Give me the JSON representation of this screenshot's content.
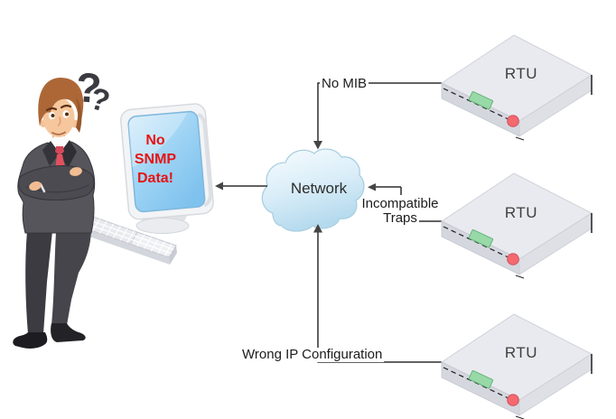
{
  "person": {
    "question_mark_large": "?",
    "question_mark_small": "?"
  },
  "monitor": {
    "screen_line_1": "No",
    "screen_line_2": "SNMP",
    "screen_line_3": "Data!"
  },
  "cloud": {
    "label": "Network"
  },
  "connections": {
    "top_label": "No MIB",
    "middle_label_line_1": "Incompatible",
    "middle_label_line_2": "Traps",
    "bottom_label": "Wrong IP Configuration"
  },
  "devices": [
    {
      "label": "RTU"
    },
    {
      "label": "RTU"
    },
    {
      "label": "RTU"
    }
  ],
  "colors": {
    "alert_text_red": "#e81313",
    "connector_line": "#2f2f2f",
    "cloud_blue": "#cfe8f5",
    "screen_blue": "#8ecdf2",
    "led_red": "#f3696f",
    "port_green": "#98d9a7",
    "rtu_gray": "#e9eaef",
    "suit_gray": "#55555b",
    "tie_red": "#e0515f",
    "hair_brown": "#ad6737"
  }
}
